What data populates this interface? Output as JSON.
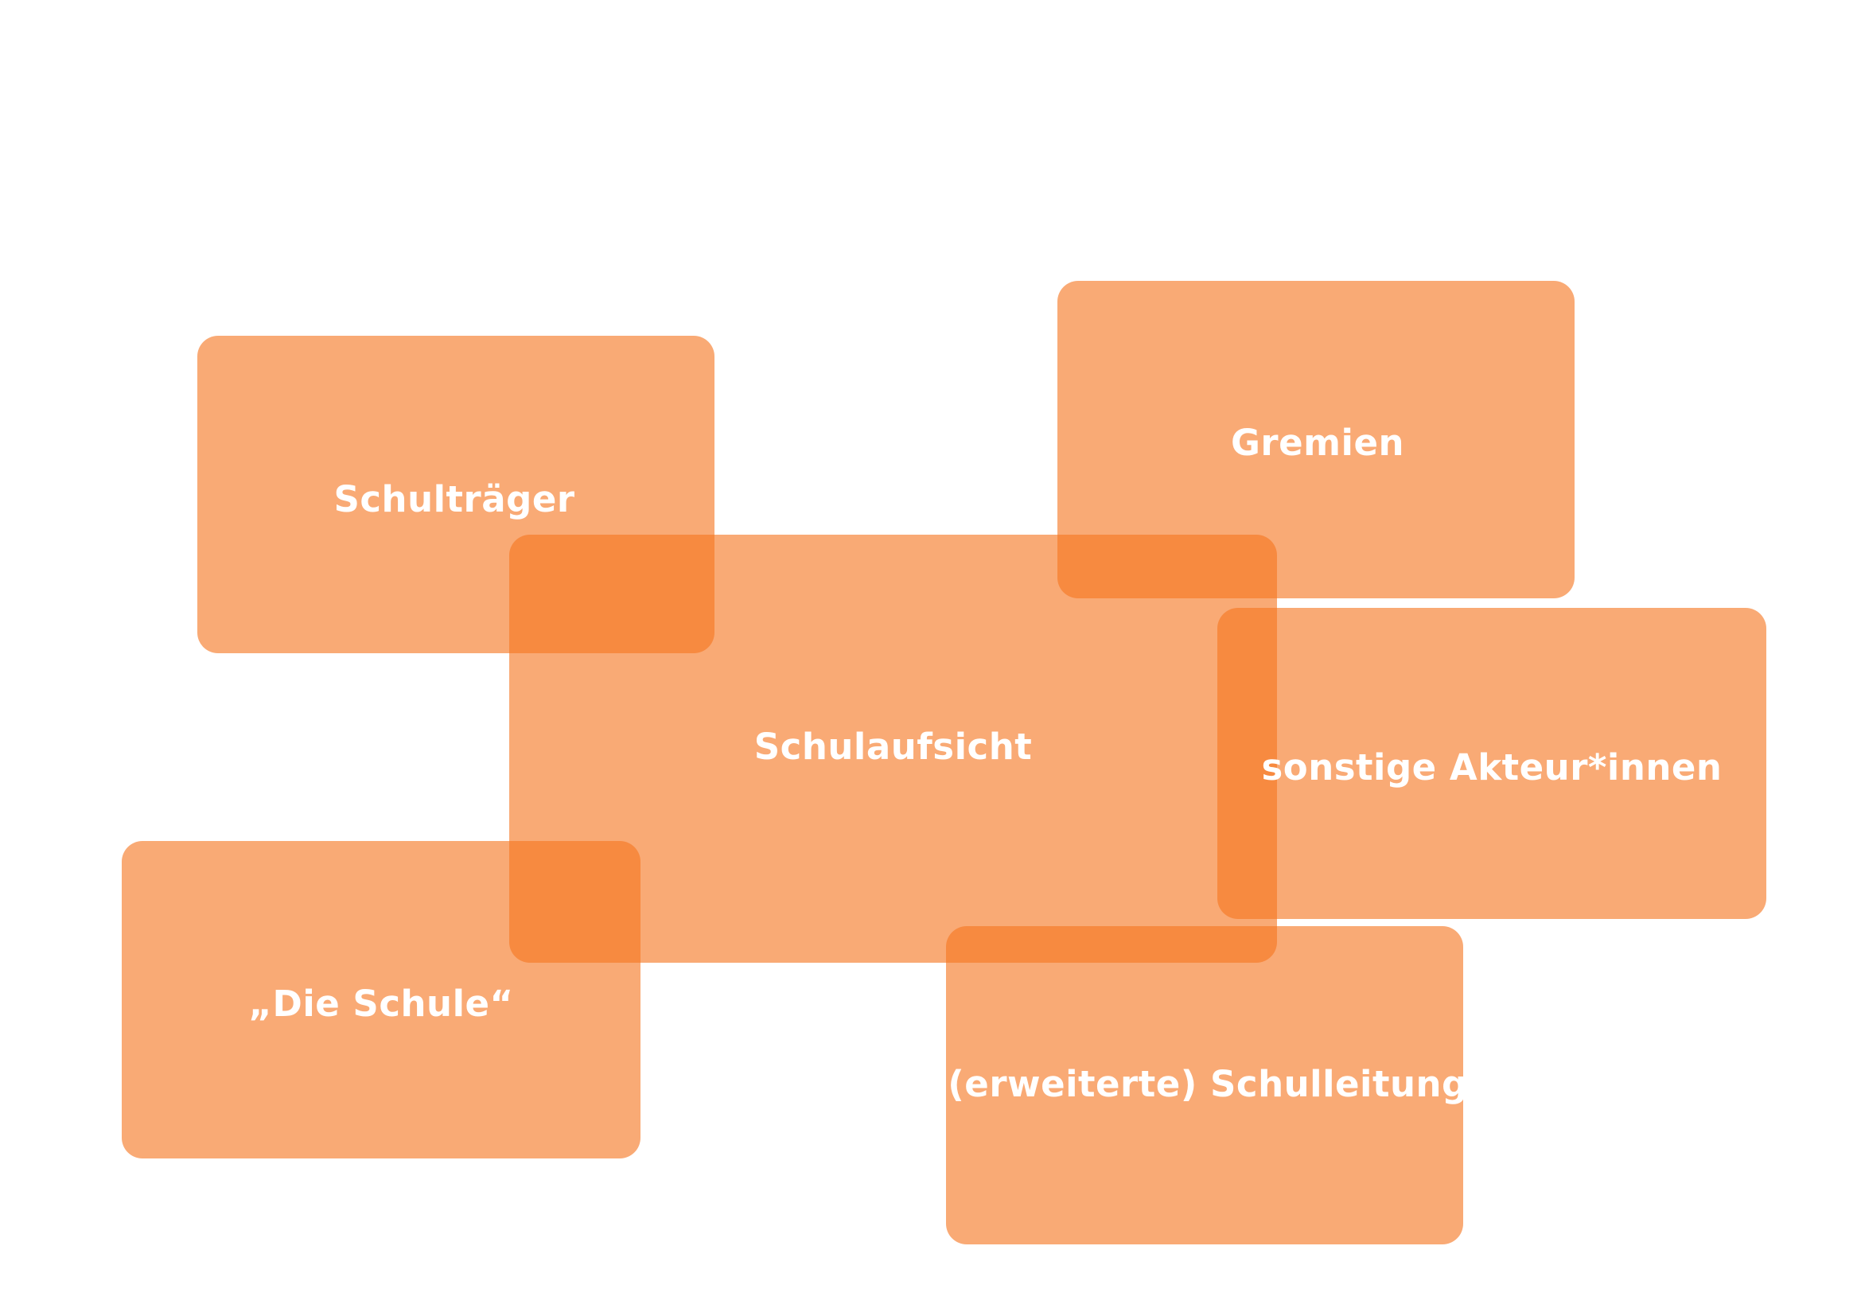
{
  "diagram": {
    "box_color": "#F67620",
    "label_color": "#FFFFFF",
    "boxes": [
      {
        "id": "schultraeger",
        "label": "Schulträger"
      },
      {
        "id": "gremien",
        "label": "Gremien"
      },
      {
        "id": "schulaufsicht",
        "label": "Schulaufsicht"
      },
      {
        "id": "sonstige",
        "label": "sonstige Akteur*innen"
      },
      {
        "id": "dieschule",
        "label": "„Die Schule“"
      },
      {
        "id": "schulleitung",
        "label": "(erweiterte) Schulleitung"
      }
    ]
  }
}
